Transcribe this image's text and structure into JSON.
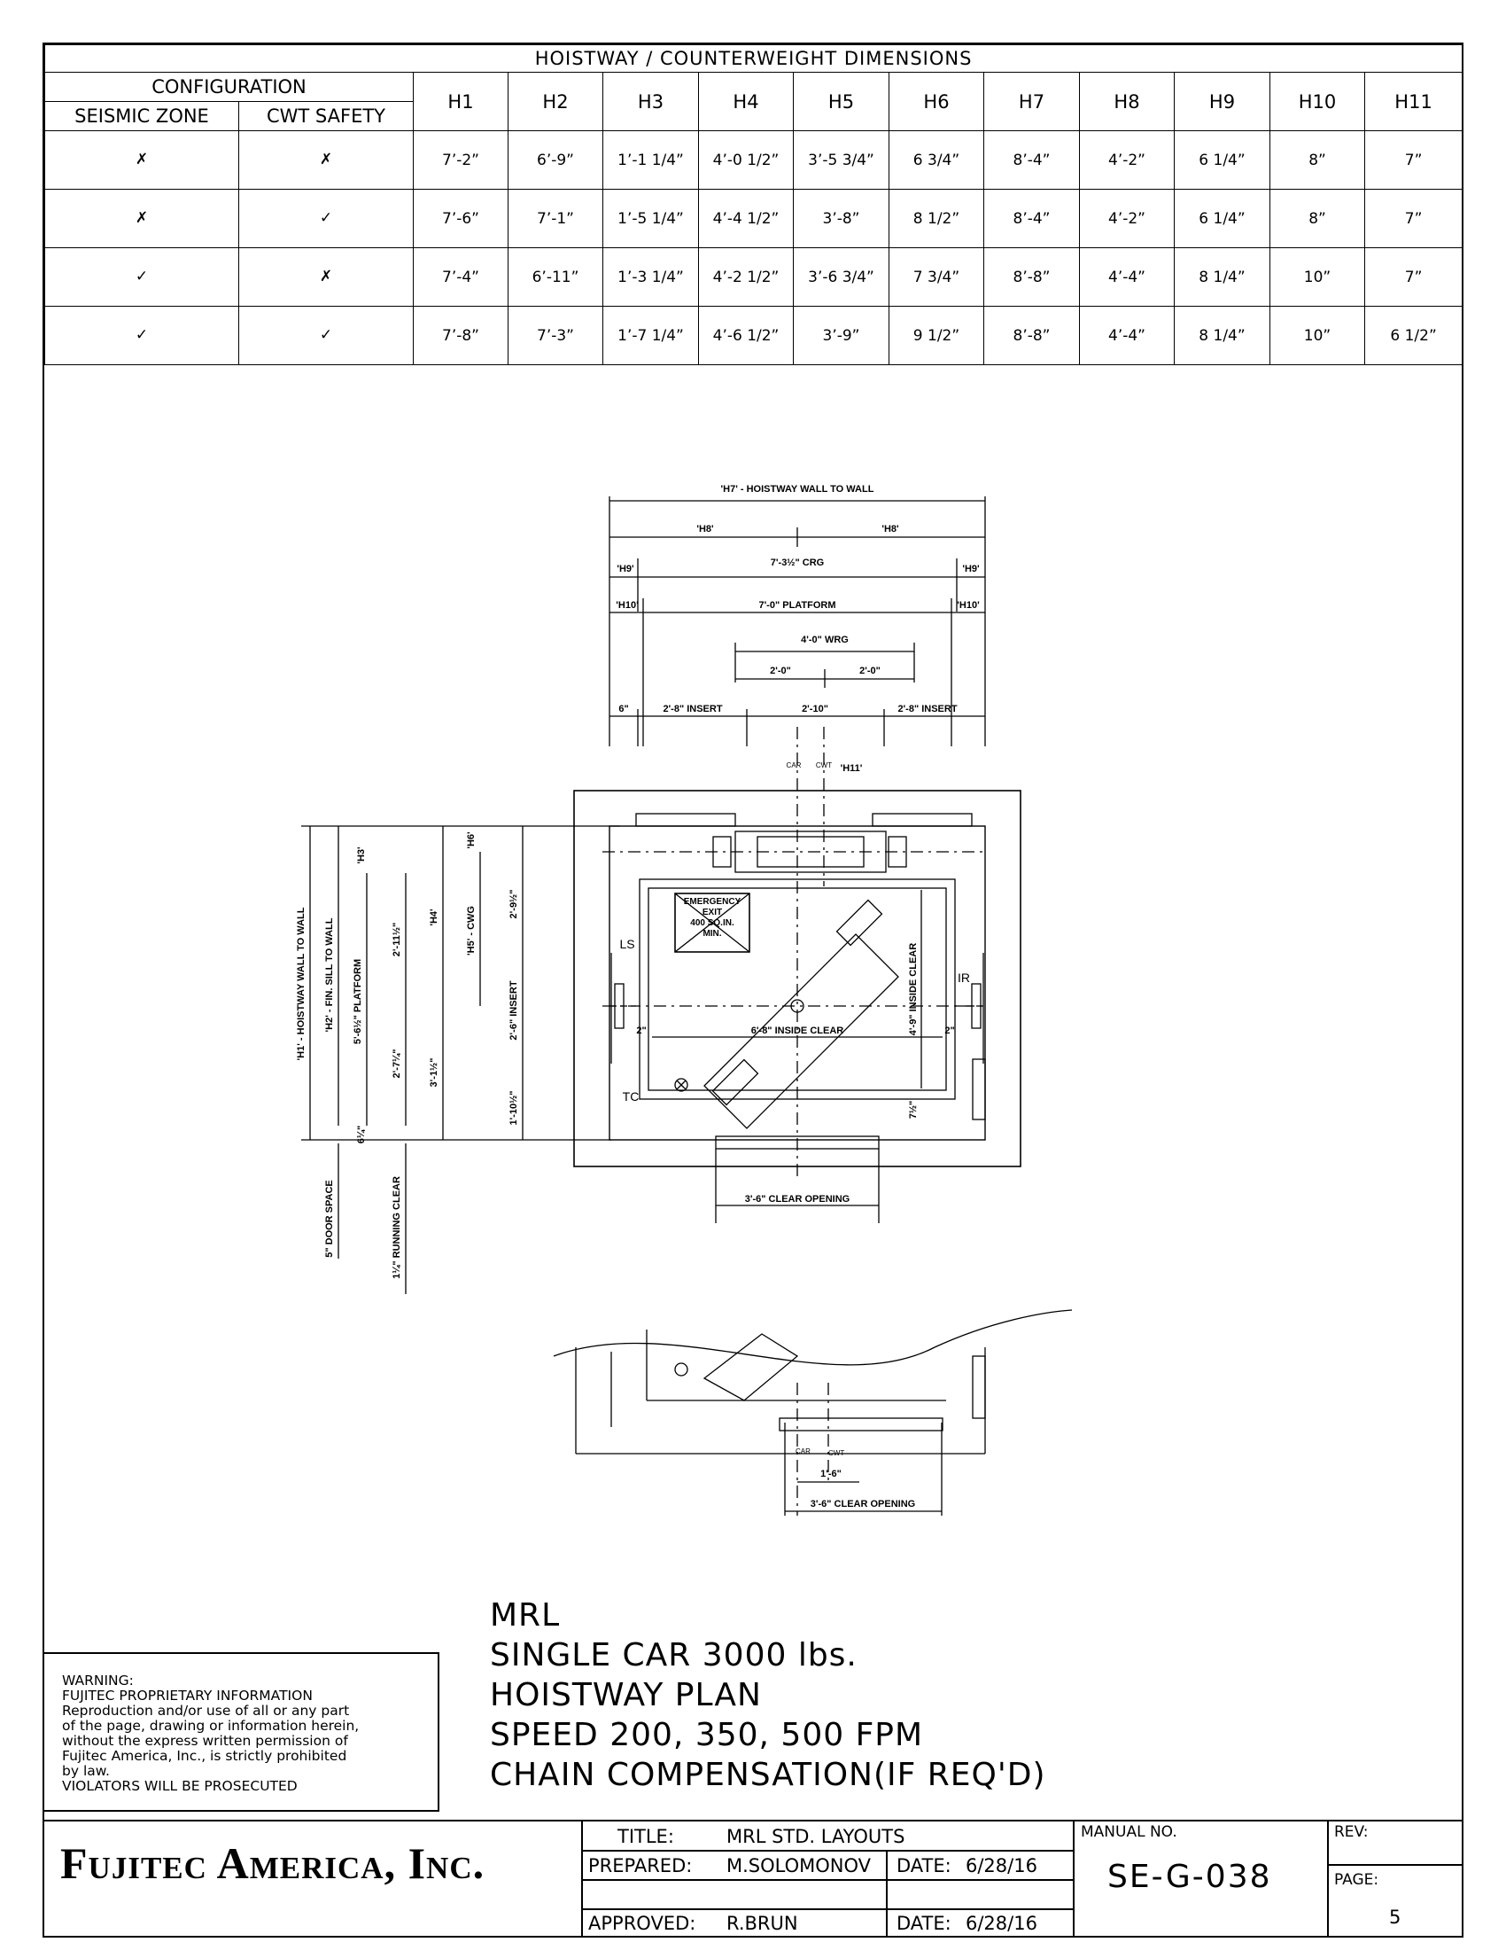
{
  "table": {
    "title": "HOISTWAY / COUNTERWEIGHT DIMENSIONS",
    "configuration_label": "CONFIGURATION",
    "seismic_label": "SEISMIC ZONE",
    "cwt_label": "CWT SAFETY",
    "columns": [
      "H1",
      "H2",
      "H3",
      "H4",
      "H5",
      "H6",
      "H7",
      "H8",
      "H9",
      "H10",
      "H11"
    ],
    "rows": [
      {
        "seismic": "✗",
        "cwt": "✗",
        "values": [
          "7’-2”",
          "6’-9”",
          "1’-1 1/4”",
          "4’-0 1/2”",
          "3’-5 3/4”",
          "6 3/4”",
          "8’-4”",
          "4’-2”",
          "6 1/4”",
          "8”",
          "7”"
        ]
      },
      {
        "seismic": "✗",
        "cwt": "✓",
        "values": [
          "7’-6”",
          "7’-1”",
          "1’-5 1/4”",
          "4’-4 1/2”",
          "3’-8”",
          "8 1/2”",
          "8’-4”",
          "4’-2”",
          "6 1/4”",
          "8”",
          "7”"
        ]
      },
      {
        "seismic": "✓",
        "cwt": "✗",
        "values": [
          "7’-4”",
          "6’-11”",
          "1’-3 1/4”",
          "4’-2 1/2”",
          "3’-6 3/4”",
          "7 3/4”",
          "8’-8”",
          "4’-4”",
          "8 1/4”",
          "10”",
          "7”"
        ]
      },
      {
        "seismic": "✓",
        "cwt": "✓",
        "values": [
          "7’-8”",
          "7’-3”",
          "1’-7 1/4”",
          "4’-6 1/2”",
          "3’-9”",
          "9 1/2”",
          "8’-8”",
          "4’-4”",
          "8 1/4”",
          "10”",
          "6 1/2”"
        ]
      }
    ]
  },
  "plan": {
    "h7": "'H7' - HOISTWAY WALL TO WALL",
    "h8": "'H8'",
    "h9": "'H9'",
    "h10": "'H10'",
    "h11": "'H11'",
    "crg": "7'-3½\" CRG",
    "platform": "7'-0\" PLATFORM",
    "wrg": "4'-0\" WRG",
    "half_wrg": "2'-0\"",
    "six": "6\"",
    "insert": "2'-8\" INSERT",
    "mid": "2'-10\"",
    "cl_car": "CAR",
    "cl_cwt": "CWT",
    "emergency": [
      "EMERGENCY",
      "EXIT",
      "400 SQ.IN.",
      "MIN."
    ],
    "ls": "LS",
    "tc": "TC",
    "ir": "IR",
    "inside_clear_w": "6'-8\" INSIDE CLEAR",
    "inside_clear_h": "4'-9\" INSIDE CLEAR",
    "h1": "'H1' - HOISTWAY WALL TO WALL",
    "h2": "'H2' - FIN. SILL TO WALL",
    "plat_depth": "5'-6½\" PLATFORM",
    "h3": "'H3'",
    "h4": "'H4'",
    "h5": "'H5' - CWG",
    "h6": "'H6'",
    "d2_11": "2'-11½\"",
    "d2_7": "2'-7¼\"",
    "d3_1": "3'-1½\"",
    "d2_9": "2'-9½\"",
    "d2_6": "2'-6\" INSERT",
    "d1_10": "1'-10½\"",
    "d6": "6¼\"",
    "d7": "7½\"",
    "door_space": "5\" DOOR SPACE",
    "running_clear": "1¼\" RUNNING CLEAR",
    "clear_opening": "3'-6\" CLEAR OPENING",
    "one_six": "1'-6\"",
    "two_in": "2\""
  },
  "warning": {
    "lines": [
      "WARNING:",
      "FUJITEC PROPRIETARY INFORMATION",
      "Reproduction and/or use of all or any part",
      "of the page, drawing or information herein,",
      "without the express written permission of",
      "Fujitec America, Inc., is strictly prohibited",
      "by law.",
      "VIOLATORS WILL BE PROSECUTED"
    ]
  },
  "notes": [
    "MRL",
    "SINGLE CAR 3000 lbs.",
    "HOISTWAY PLAN",
    "SPEED 200, 350, 500 FPM",
    "CHAIN COMPENSATION(IF REQ'D)"
  ],
  "title_block": {
    "company": "Fujitec America, Inc.",
    "title_label": "TITLE:",
    "title_value": "MRL STD. LAYOUTS",
    "prepared_label": "PREPARED:",
    "prepared_value": "M.SOLOMONOV",
    "approved_label": "APPROVED:",
    "approved_value": "R.BRUN",
    "date_label": "DATE:",
    "date1": "6/28/16",
    "date2": "6/28/16",
    "manual_label": "MANUAL NO.",
    "manual_value": "SE-G-038",
    "rev_label": "REV:",
    "page_label": "PAGE:",
    "page_value": "5"
  }
}
